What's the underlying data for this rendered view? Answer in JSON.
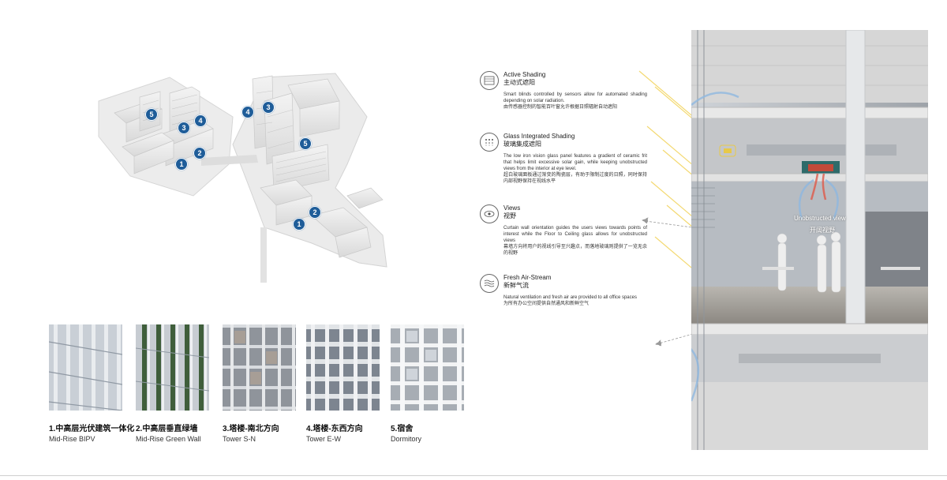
{
  "site_markers": [
    {
      "id": "m1",
      "label": "5"
    },
    {
      "id": "m2",
      "label": "3"
    },
    {
      "id": "m3",
      "label": "4"
    },
    {
      "id": "m4",
      "label": "2"
    },
    {
      "id": "m5",
      "label": "1"
    },
    {
      "id": "m6",
      "label": "4"
    },
    {
      "id": "m7",
      "label": "3"
    },
    {
      "id": "m8",
      "label": "5"
    },
    {
      "id": "m9",
      "label": "2"
    },
    {
      "id": "m10",
      "label": "1"
    }
  ],
  "facades": [
    {
      "cn": "1.中高层光伏建筑一体化",
      "en": "Mid-Rise BIPV"
    },
    {
      "cn": "2.中高层垂直绿墙",
      "en": "Mid-Rise Green Wall"
    },
    {
      "cn": "3.塔楼-南北方向",
      "en": "Tower S-N"
    },
    {
      "cn": "4.塔楼-东西方向",
      "en": "Tower E-W"
    },
    {
      "cn": "5.宿舍",
      "en": "Dormitory"
    }
  ],
  "features": [
    {
      "title_en": "Active Shading",
      "title_cn": "主动式遮阳",
      "desc_en": "Smart blinds controlled by sensors allow for automated shading depending on solar radiation.",
      "desc_cn": "由传感器控制的智能百叶窗允许根据日照辐射自动遮阳",
      "icon": "blinds-icon"
    },
    {
      "title_en": "Glass Integrated Shading",
      "title_cn": "玻璃集成遮阳",
      "desc_en": "The low iron vision glass panel features a gradient of ceramic frit that helps limit excessive solar gain, while keeping unobstructed views from the interior at eye level.",
      "desc_cn": "超白玻璃面板通过渐变的陶瓷层，有助于限制过度的日照，同时保持内部视野保持在视线水平",
      "icon": "frit-icon"
    },
    {
      "title_en": "Views",
      "title_cn": "视野",
      "desc_en": "Curtain wall orientation guides the users views towards points of interest while the Floor to Ceiling glass allows for unobstructed views",
      "desc_cn": "幕墙方向将用户的视线引导至兴趣点，而落地玻璃则提供了一览无余的视野",
      "icon": "eye-icon"
    },
    {
      "title_en": "Fresh Air-Stream",
      "title_cn": "新鲜气流",
      "desc_en": "Natural ventilation and fresh air are provided to all office spaces",
      "desc_cn": "为所有办公空间提供自然通风和新鲜空气",
      "icon": "wind-icon"
    }
  ],
  "section": {
    "label_en": "Unobstructed view",
    "label_cn": "开阔视野"
  },
  "colors": {
    "marker": "#1f5d99",
    "sun": "#f2d35a",
    "air_blue": "#8fb8e0",
    "air_red": "#e05a4a"
  }
}
